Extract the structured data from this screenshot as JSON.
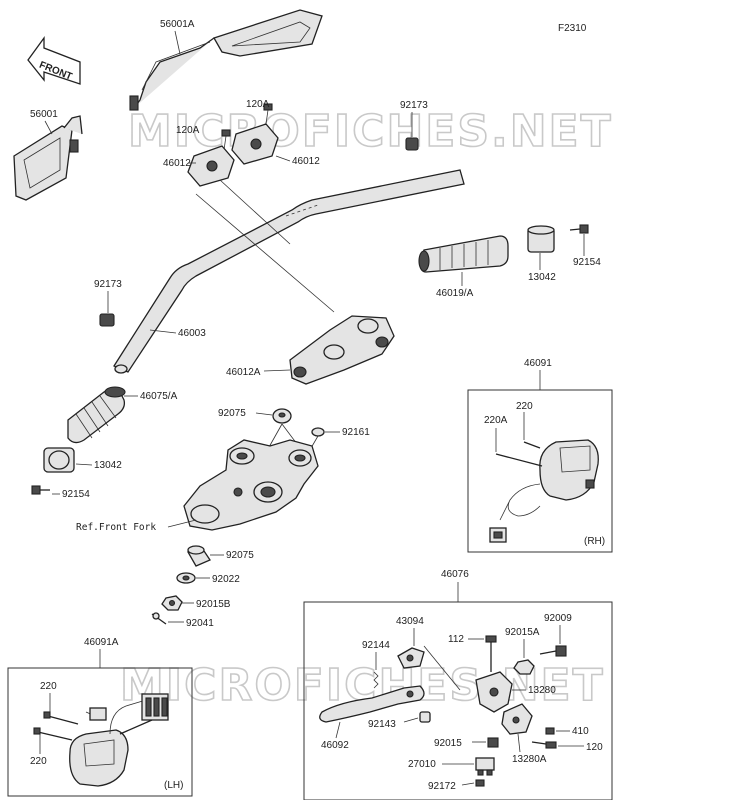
{
  "figure_code": "F2310",
  "direction_sign": "FRONT",
  "watermarks": [
    "MICROFICHES.NET",
    "MICROFICHES.NET"
  ],
  "parts": {
    "mirror_right": "56001A",
    "mirror_left": "56001",
    "bolt_120a_upper": "120A",
    "bolt_120a_lower": "120A",
    "holder_46012_left": "46012",
    "holder_46012_right": "46012",
    "plug_92173_top": "92173",
    "plug_92173_left": "92173",
    "handlebar": "46003",
    "holder_46012a": "46012A",
    "grip_right": "46019/A",
    "weight_13042_right": "13042",
    "screw_92154_right": "92154",
    "grip_left": "46075/A",
    "weight_13042_left": "13042",
    "screw_92154_left": "92154",
    "damper_92075_upper": "92075",
    "damper_92075_lower": "92075",
    "cap_92161": "92161",
    "ref_front_fork": "Ref.Front Fork",
    "washer_92022": "92022",
    "nut_92015b": "92015B",
    "pin_92041": "92041"
  },
  "box_rh": {
    "title": "46091",
    "corner": "(RH)",
    "screw_220": "220",
    "screw_220a": "220A"
  },
  "box_lh": {
    "title": "46091A",
    "corner": "(LH)",
    "screw_220_top": "220",
    "screw_220_bottom": "220"
  },
  "box_lever": {
    "title": "46076",
    "cable_43094": "43094",
    "spring_92144": "92144",
    "bolt_112": "112",
    "nut_92015a": "92015A",
    "bolt_92009": "92009",
    "holder_13280": "13280",
    "lever_46092": "46092",
    "collar_92143": "92143",
    "nut_92015": "92015",
    "bolt_410": "410",
    "holder_13280a": "13280A",
    "bolt_120": "120",
    "switch_27010": "27010",
    "screw_92172": "92172"
  }
}
